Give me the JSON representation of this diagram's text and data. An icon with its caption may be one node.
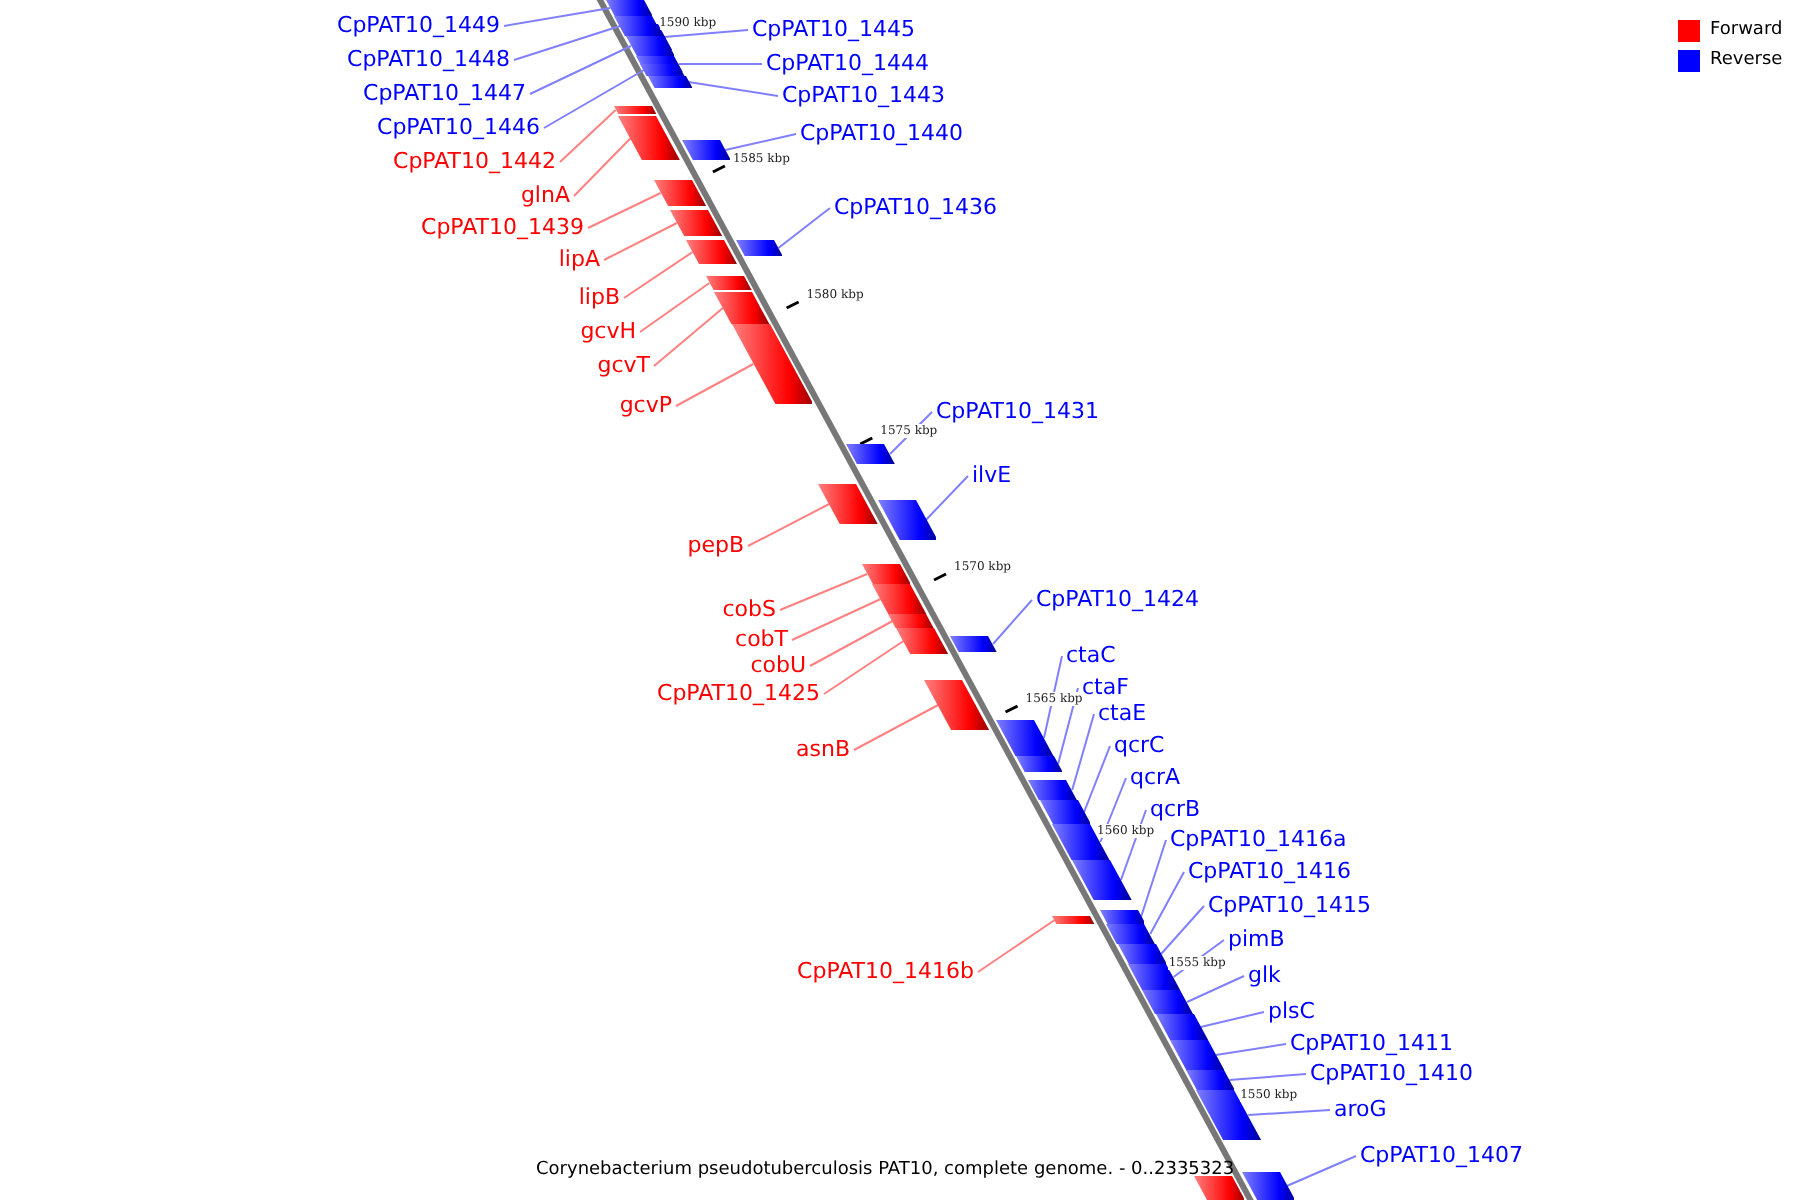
{
  "diagram": {
    "caption": "Corynebacterium pseudotuberculosis PAT10, complete genome. - 0..2335323",
    "nodes": [
      {
        "text": [
          "CpPAT10_1449"
        ]
      },
      {
        "text": [],
        "shape": "bar"
      },
      {
        "text": [
          "CpPAT10_1445"
        ]
      },
      {
        "text": [],
        "shape": "bar"
      },
      {
        "text": [
          "CpPAT10_1448"
        ]
      },
      {
        "text": [],
        "shape": "bar"
      },
      {
        "text": [
          "CpPAT10_1444"
        ]
      },
      {
        "text": [],
        "shape": "bar"
      },
      {
        "text": [
          "CpPAT10_1447"
        ]
      },
      {
        "text": [],
        "shape": "bar"
      },
      {
        "text": [
          "CpPAT10_1443"
        ]
      },
      {
        "text": [],
        "shape": "bar"
      },
      {
        "text": [
          "CpPAT10_1446"
        ]
      },
      {
        "text": [],
        "shape": "bar"
      },
      {
        "text": [
          "CpPAT10_1440"
        ]
      },
      {
        "text": [],
        "shape": "bar"
      },
      {
        "text": [
          "CpPAT10_1442"
        ]
      },
      {
        "text": [],
        "shape": "bar"
      },
      {
        "text": [
          "glnA"
        ]
      },
      {
        "text": [],
        "shape": "bar"
      },
      {
        "text": [
          "CpPAT10_1436"
        ]
      },
      {
        "text": [],
        "shape": "bar"
      },
      {
        "text": [
          "CpPAT10_1439"
        ]
      },
      {
        "text": [],
        "shape": "bar"
      },
      {
        "text": [
          "lipA"
        ]
      },
      {
        "text": [],
        "shape": "bar"
      },
      {
        "text": [
          "lipB"
        ]
      },
      {
        "text": [],
        "shape": "bar"
      },
      {
        "text": [
          "gcvH"
        ]
      },
      {
        "text": [],
        "shape": "bar"
      },
      {
        "text": [
          "gcvT"
        ]
      },
      {
        "text": [],
        "shape": "bar"
      },
      {
        "text": [
          "gcvP"
        ]
      },
      {
        "text": [],
        "shape": "bar"
      },
      {
        "text": [
          "CpPAT10_1431"
        ]
      },
      {
        "text": [],
        "shape": "bar"
      },
      {
        "text": [
          "ilvE"
        ]
      },
      {
        "text": [],
        "shape": "bar"
      },
      {
        "text": [
          "pepB"
        ]
      },
      {
        "text": [],
        "shape": "bar"
      },
      {
        "text": [
          "CpPAT10_1424"
        ]
      },
      {
        "text": [],
        "shape": "bar"
      },
      {
        "text": [
          "cobS"
        ]
      },
      {
        "text": [],
        "shape": "bar"
      },
      {
        "text": [
          "cobT"
        ]
      },
      {
        "text": [],
        "shape": "bar"
      },
      {
        "text": [
          "ctaC"
        ]
      },
      {
        "text": [],
        "shape": "bar"
      },
      {
        "text": [
          "cobU"
        ]
      },
      {
        "text": [],
        "shape": "bar"
      },
      {
        "text": [
          "ctaF"
        ]
      },
      {
        "text": [],
        "shape": "bar"
      },
      {
        "text": [
          "CpPAT10_1425"
        ]
      },
      {
        "text": [],
        "shape": "bar"
      },
      {
        "text": [
          "ctaE"
        ]
      },
      {
        "text": [],
        "shape": "bar"
      },
      {
        "text": [
          "qcrC"
        ]
      },
      {
        "text": [],
        "shape": "bar"
      },
      {
        "text": [
          "asnB"
        ]
      },
      {
        "text": [],
        "shape": "bar"
      },
      {
        "text": [
          "qcrA"
        ]
      },
      {
        "text": [],
        "shape": "bar"
      },
      {
        "text": [
          "qcrB"
        ]
      },
      {
        "text": [],
        "shape": "bar"
      },
      {
        "text": [
          "CpPAT10_1416a"
        ]
      },
      {
        "text": [],
        "shape": "bar"
      },
      {
        "text": [
          "CpPAT10_1416"
        ]
      },
      {
        "text": [],
        "shape": "bar"
      },
      {
        "text": [
          "CpPAT10_1415"
        ]
      },
      {
        "text": [],
        "shape": "bar"
      },
      {
        "text": [
          "pimB"
        ]
      },
      {
        "text": [],
        "shape": "bar"
      },
      {
        "text": [
          "CpPAT10_1416b"
        ]
      },
      {
        "text": [],
        "shape": "bar"
      },
      {
        "text": [
          "glk"
        ]
      },
      {
        "text": [],
        "shape": "bar"
      },
      {
        "text": [
          "plsC"
        ]
      },
      {
        "text": [],
        "shape": "bar"
      },
      {
        "text": [
          "CpPAT10_1411"
        ]
      },
      {
        "text": [],
        "shape": "bar"
      },
      {
        "text": [
          "CpPAT10_1410"
        ]
      },
      {
        "text": [],
        "shape": "bar"
      },
      {
        "text": [
          "aroG"
        ]
      },
      {
        "text": [],
        "shape": "bar"
      },
      {
        "text": [
          "CpPAT10_1407"
        ]
      },
      {
        "text": [],
        "shape": "bar"
      },
      {
        "text": [],
        "shape": "bar"
      }
    ],
    "edges": [
      {
        "from": 0,
        "to": 1,
        "arrow": "none"
      },
      {
        "from": 2,
        "to": 3,
        "arrow": "none"
      },
      {
        "from": 4,
        "to": 5,
        "arrow": "none"
      },
      {
        "from": 6,
        "to": 7,
        "arrow": "none"
      },
      {
        "from": 8,
        "to": 9,
        "arrow": "none"
      },
      {
        "from": 10,
        "to": 11,
        "arrow": "none"
      },
      {
        "from": 12,
        "to": 13,
        "arrow": "none"
      },
      {
        "from": 14,
        "to": 15,
        "arrow": "none"
      },
      {
        "from": 16,
        "to": 17,
        "arrow": "none",
        "color": "#ff8080"
      },
      {
        "from": 18,
        "to": 19,
        "arrow": "none",
        "color": "#ff8080"
      },
      {
        "from": 20,
        "to": 21,
        "arrow": "none"
      },
      {
        "from": 22,
        "to": 23,
        "arrow": "none",
        "color": "#ff8080"
      },
      {
        "from": 24,
        "to": 25,
        "arrow": "none",
        "color": "#ff8080"
      },
      {
        "from": 26,
        "to": 27,
        "arrow": "none",
        "color": "#ff8080"
      },
      {
        "from": 28,
        "to": 29,
        "arrow": "none",
        "color": "#ff8080"
      },
      {
        "from": 30,
        "to": 31,
        "arrow": "none",
        "color": "#ff8080"
      },
      {
        "from": 32,
        "to": 33,
        "arrow": "none",
        "color": "#ff8080"
      },
      {
        "from": 34,
        "to": 35,
        "arrow": "none"
      },
      {
        "from": 36,
        "to": 37,
        "arrow": "none"
      },
      {
        "from": 38,
        "to": 39,
        "arrow": "none",
        "color": "#ff8080"
      },
      {
        "from": 40,
        "to": 41,
        "arrow": "none"
      },
      {
        "from": 42,
        "to": 43,
        "arrow": "none",
        "color": "#ff8080"
      },
      {
        "from": 44,
        "to": 45,
        "arrow": "none",
        "color": "#ff8080"
      },
      {
        "from": 46,
        "to": 47,
        "arrow": "none"
      },
      {
        "from": 48,
        "to": 49,
        "arrow": "none",
        "color": "#ff8080"
      },
      {
        "from": 50,
        "to": 51,
        "arrow": "none"
      },
      {
        "from": 52,
        "to": 53,
        "arrow": "none",
        "color": "#ff8080"
      },
      {
        "from": 54,
        "to": 55,
        "arrow": "none"
      },
      {
        "from": 56,
        "to": 57,
        "arrow": "none"
      },
      {
        "from": 58,
        "to": 59,
        "arrow": "none",
        "color": "#ff8080"
      },
      {
        "from": 60,
        "to": 61,
        "arrow": "none"
      },
      {
        "from": 62,
        "to": 63,
        "arrow": "none"
      },
      {
        "from": 64,
        "to": 65,
        "arrow": "none"
      },
      {
        "from": 66,
        "to": 67,
        "arrow": "none"
      },
      {
        "from": 68,
        "to": 69,
        "arrow": "none"
      },
      {
        "from": 70,
        "to": 71,
        "arrow": "none"
      },
      {
        "from": 72,
        "to": 73,
        "arrow": "none",
        "color": "#ff8080"
      },
      {
        "from": 74,
        "to": 75,
        "arrow": "none"
      },
      {
        "from": 76,
        "to": 77,
        "arrow": "none"
      },
      {
        "from": 78,
        "to": 79,
        "arrow": "none"
      },
      {
        "from": 80,
        "to": 81,
        "arrow": "none"
      },
      {
        "from": 82,
        "to": 83,
        "arrow": "none"
      },
      {
        "from": 84,
        "to": 85,
        "arrow": "none"
      }
    ],
    "labels": [
      "1590 kbp",
      "1585 kbp",
      "1580 kbp",
      "1575 kbp",
      "1570 kbp",
      "1565 kbp",
      "1560 kbp",
      "1555 kbp",
      "1550 kbp"
    ],
    "legend": [
      {
        "text": "Forward",
        "color": "#ff0000"
      },
      {
        "text": "Reverse",
        "color": "#0000ff"
      }
    ]
  }
}
